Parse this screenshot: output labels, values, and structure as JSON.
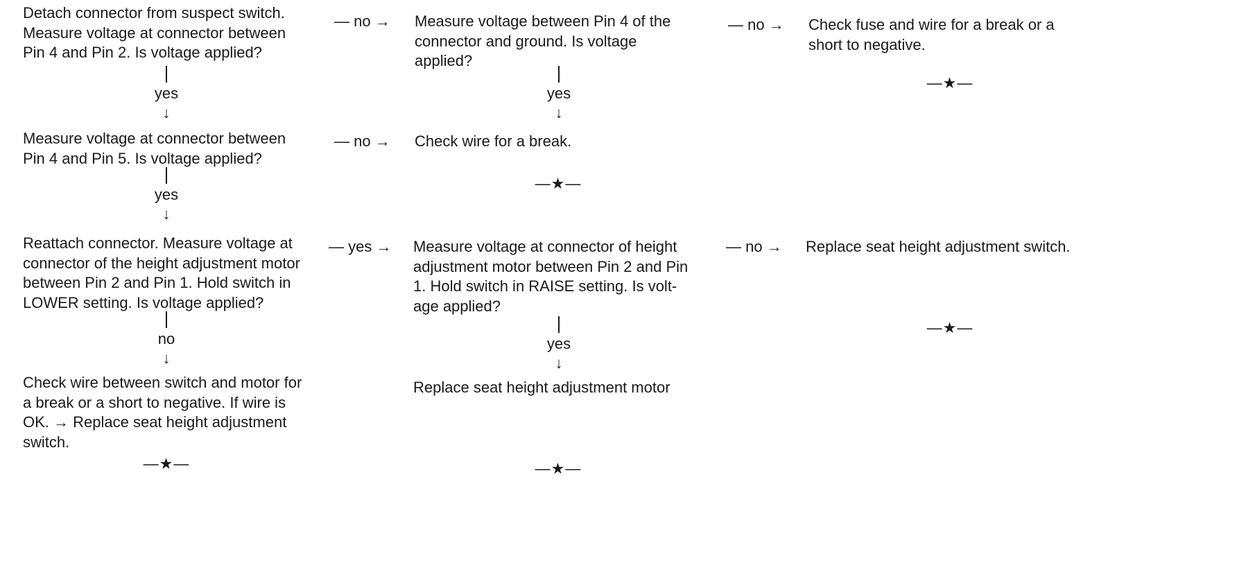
{
  "diagram": {
    "end_marker": "—★—",
    "row1": {
      "step1": "Detach connector from suspect switch.\nMeasure voltage at connector between\nPin 4 and Pin 2. Is voltage applied?",
      "edge_1_no": "— no →",
      "step2": "Measure voltage between Pin 4 of the\nconnector and ground. Is voltage\napplied?",
      "edge_2_no": "— no →",
      "step3": "Check fuse and wire for a break or a\nshort to negative.",
      "edge_1_down": "yes",
      "edge_2_down": "yes"
    },
    "row2": {
      "step1": "Measure voltage at connector between\nPin 4 and Pin 5. Is voltage applied?",
      "edge_1_no": "— no →",
      "step2": "Check wire for a break.",
      "edge_1_down": "yes"
    },
    "row3": {
      "step1": "Reattach connector. Measure voltage at\nconnector of the height adjustment motor\nbetween Pin 2 and Pin 1. Hold switch in\nLOWER setting. Is voltage applied?",
      "edge_1_yes": "— yes →",
      "step2": "Measure voltage at connector of height\nadjustment motor between Pin 2 and Pin\n1. Hold switch in RAISE setting. Is volt-\nage applied?",
      "edge_2_no": "— no →",
      "step3": "Replace seat height adjustment switch.",
      "edge_1_down": "no",
      "edge_2_down": "yes"
    },
    "row4": {
      "step1": "Check wire between switch and motor for\na break or a short to negative. If wire is\nOK. → Replace seat height adjustment\nswitch.",
      "step2": "Replace seat height adjustment motor"
    },
    "arrow_down": "↓"
  }
}
